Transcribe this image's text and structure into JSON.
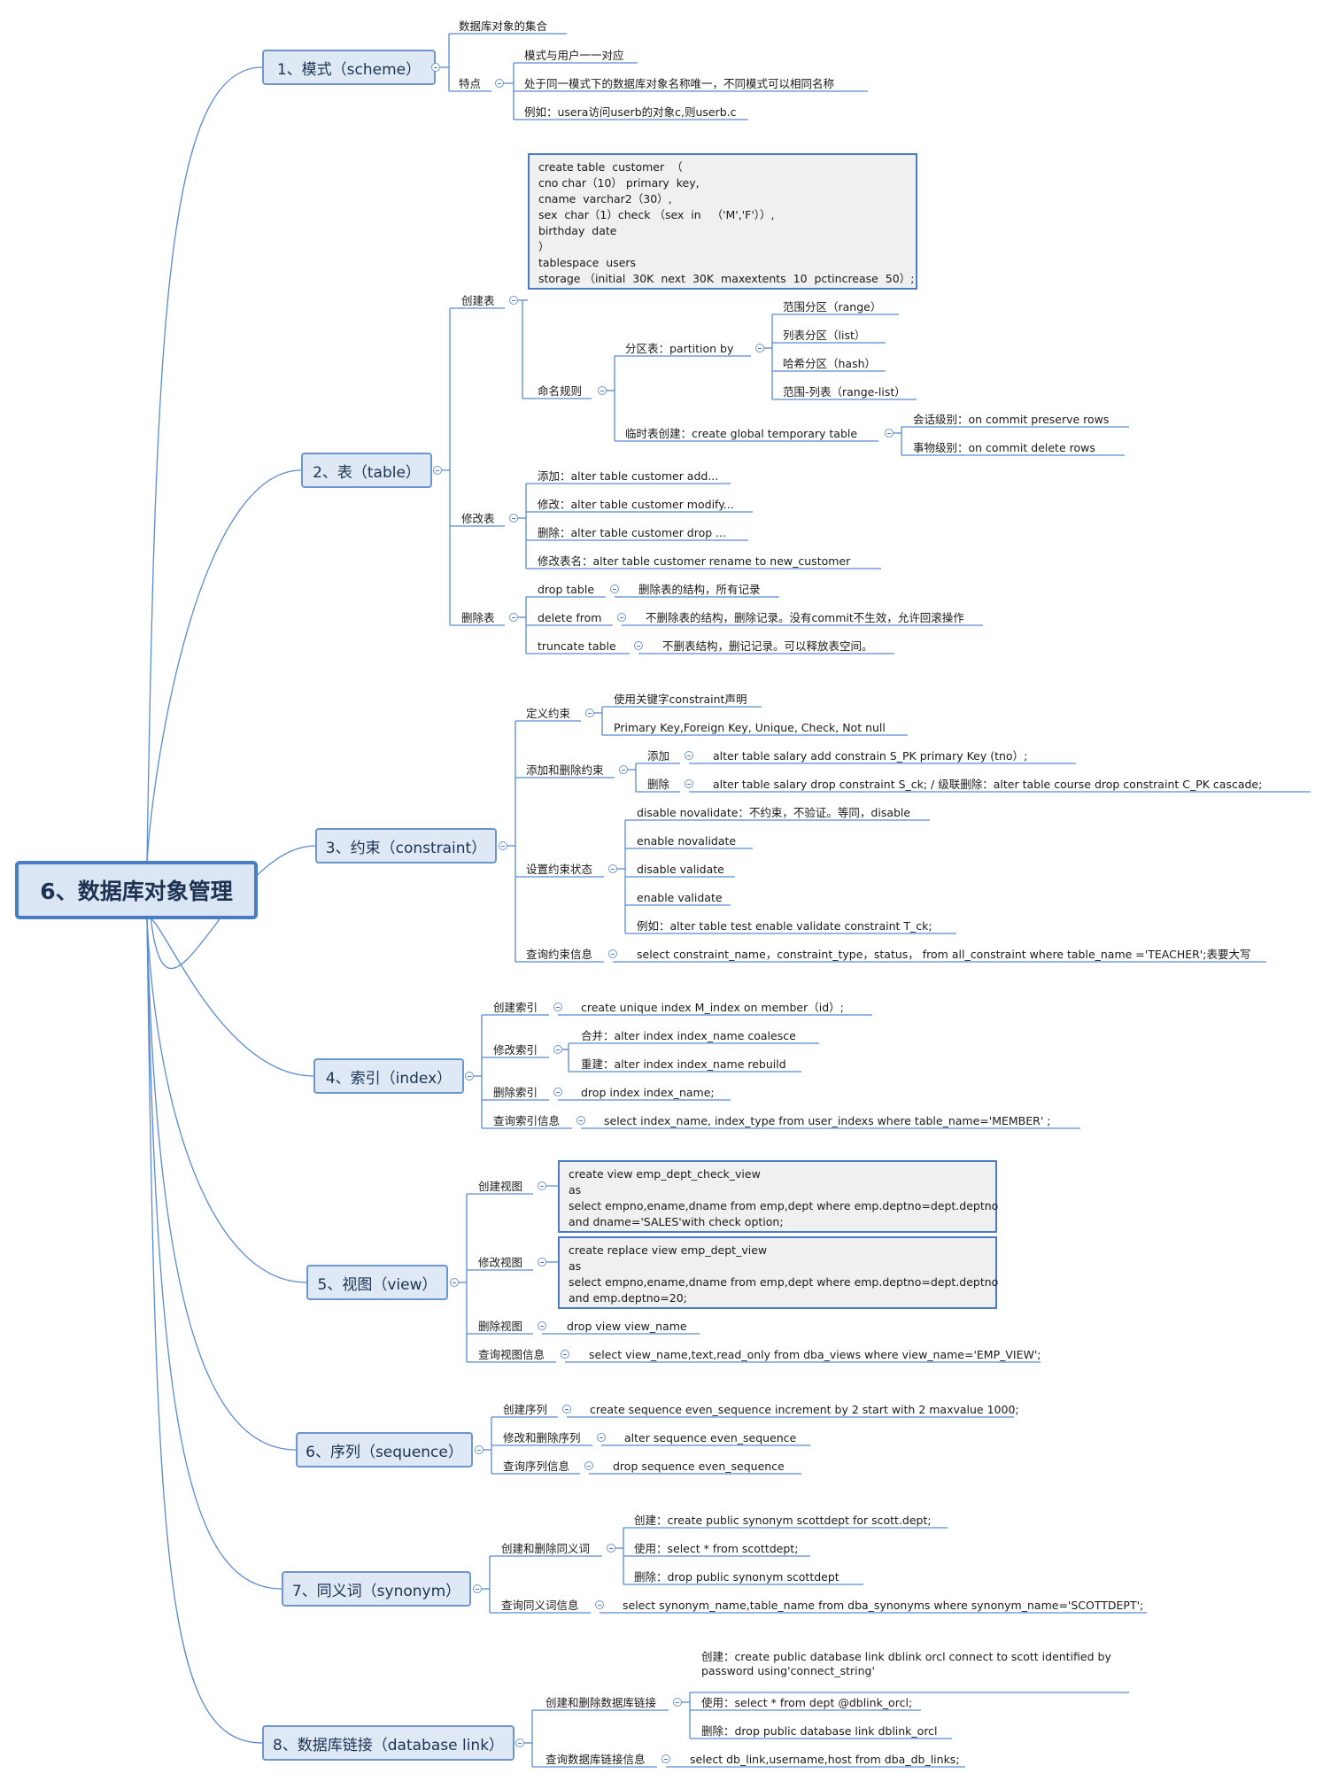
{
  "root": {
    "title": "6、数据库对象管理"
  },
  "s1": {
    "title": "1、模式（scheme）",
    "c1": "数据库对象的集合",
    "c2": "特点",
    "c2a": "模式与用户一一对应",
    "c2b": "处于同一模式下的数据库对象名称唯一，不同模式可以相同名称",
    "c2c": "例如：usera访问userb的对象c,则userb.c"
  },
  "s2": {
    "title": "2、表（table）",
    "create": "创建表",
    "create_code": "create table  customer  （\ncno char（10） primary  key,\ncname  varchar2（30）,\nsex  char（1）check （sex  in   （'M','F'））,\nbirthday  date\n）\ntablespace  users\nstorage （initial  30K  next  30K  maxextents  10  pctincrease  50）;",
    "naming": "命名规则",
    "partition": "分区表：partition  by",
    "p1": "范围分区（range）",
    "p2": "列表分区（list）",
    "p3": "哈希分区（hash）",
    "p4": "范围-列表（range-list）",
    "temp": "临时表创建：create  global  temporary  table",
    "t1": "会话级别：on  commit  preserve  rows",
    "t2": "事物级别：on  commit  delete  rows",
    "modify": "修改表",
    "m1": "添加：alter  table  customer  add...",
    "m2": "修改：alter  table  customer   modify...",
    "m3": "删除：alter  table  customer   drop ...",
    "m4": "修改表名：alter  table  customer  rename  to  new_customer",
    "delete": "删除表",
    "d1": "drop  table",
    "d1a": "删除表的结构，所有记录",
    "d2": "delete  from",
    "d2a": "不删除表的结构，删除记录。没有commit不生效，允许回滚操作",
    "d3": "truncate  table",
    "d3a": "不删表结构，删记记录。可以释放表空间。"
  },
  "s3": {
    "title": "3、约束（constraint）",
    "def": "定义约束",
    "def1": "使用关键字constraint声明",
    "def2": "Primary  Key,Foreign  Key, Unique,  Check,  Not  null",
    "ad": "添加和删除约束",
    "add": "添加",
    "add_sql": "alter  table  salary  add   constrain   S_PK   primary  Key    (tno）;",
    "del": "删除",
    "del_sql": "alter  table  salary  drop constraint  S_ck; /    级联删除：alter  table  course  drop  constraint  C_PK  cascade;",
    "state": "设置约束状态",
    "st1": "disable   novalidate：不约束，不验证。等同，disable",
    "st2": "enable  novalidate",
    "st3": "disable  validate",
    "st4": "enable  validate",
    "st5": "例如：alter   table  test  enable  validate  constraint  T_ck;",
    "query": "查询约束信息",
    "query_sql": "select  constraint_name，constraint_type，status，  from  all_constraint  where  table_name ='TEACHER';表要大写"
  },
  "s4": {
    "title": "4、索引（index）",
    "create": "创建索引",
    "create_sql": "create  unique  index  M_index  on   member（id）;",
    "modify": "修改索引",
    "m1": "合并：alter  index  index_name  coalesce",
    "m2": "重建：alter  index  index_name  rebuild",
    "delete": "删除索引",
    "delete_sql": "drop  index  index_name;",
    "query": "查询索引信息",
    "query_sql": "select  index_name, index_type  from   user_indexs  where  table_name='MEMBER'  ;"
  },
  "s5": {
    "title": "5、视图（view）",
    "create": "创建视图",
    "create_code": "create view emp_dept_check_view\nas\nselect empno,ename,dname from emp,dept where emp.deptno=dept.deptno\nand dname='SALES'with check option;",
    "modify": "修改视图",
    "modify_code": "create replace view emp_dept_view\nas\nselect empno,ename,dname from emp,dept where emp.deptno=dept.deptno\nand emp.deptno=20;",
    "delete": "删除视图",
    "delete_sql": "drop view view_name",
    "query": "查询视图信息",
    "query_sql": "select view_name,text,read_only from dba_views where  view_name='EMP_VIEW';"
  },
  "s6": {
    "title": "6、序列（sequence）",
    "create": "创建序列",
    "create_sql": "create sequence even_sequence increment by 2 start with 2 maxvalue 1000;",
    "modify": "修改和删除序列",
    "modify_sql": "alter sequence even_sequence",
    "query": "查询序列信息",
    "query_sql": "drop sequence even_sequence"
  },
  "s7": {
    "title": "7、同义词（synonym）",
    "cd": "创建和删除同义词",
    "cd1": "创建：create public synonym scottdept for scott.dept;",
    "cd2": "使用：select * from scottdept;",
    "cd3": "删除：drop public  synonym scottdept",
    "query": "查询同义词信息",
    "query_sql": "select synonym_name,table_name from dba_synonyms where synonym_name='SCOTTDEPT';"
  },
  "s8": {
    "title": "8、数据库链接（database  link）",
    "cd": "创建和删除数据库链接",
    "cd1": "创建：create public database link dblink  orcl connect to scott identified by password using'connect_string'",
    "cd2": "使用：select * from dept @dblink_orcl;",
    "cd3": "删除：drop public database link dblink_orcl",
    "query": "查询数据库链接信息",
    "query_sql": "select db_link,username,host from dba_db_links;"
  }
}
